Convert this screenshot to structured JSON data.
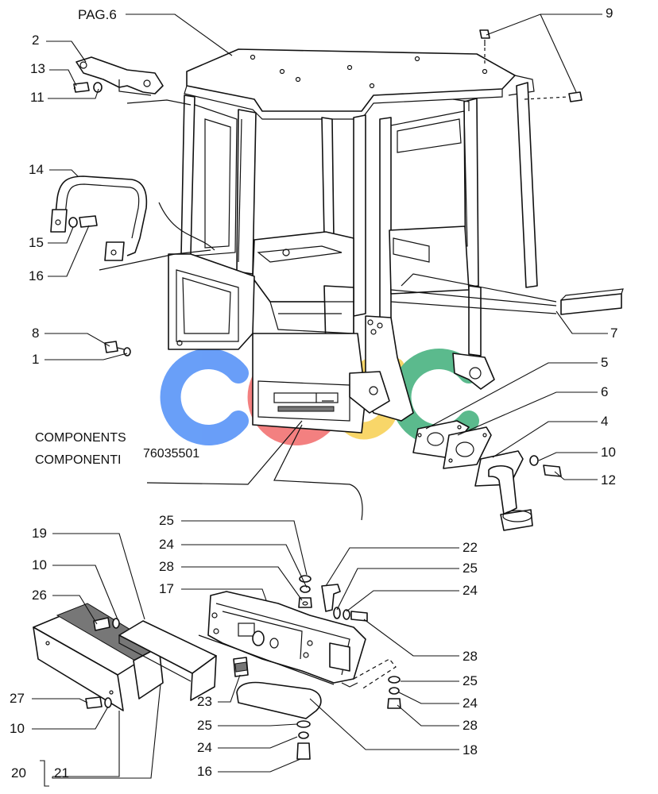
{
  "page_ref": "PAG.6",
  "components_title_en": "COMPONENTS",
  "components_title_it": "COMPONENTI",
  "components_code": "76035501",
  "watermark": {
    "text": "CGSC",
    "letters": [
      {
        "char": "C",
        "color": "#4f8ef7"
      },
      {
        "char": "G",
        "color": "#f26b6b"
      },
      {
        "char": "S",
        "color": "#f7cf4f"
      },
      {
        "char": "C",
        "color": "#3fae7a"
      }
    ]
  },
  "callouts": {
    "c2": "2",
    "c13": "13",
    "c11": "11",
    "c9": "9",
    "c14": "14",
    "c15": "15",
    "c16": "16",
    "c8": "8",
    "c1": "1",
    "c7": "7",
    "c5": "5",
    "c6": "6",
    "c4": "4",
    "c10": "10",
    "c12": "12",
    "c19": "19",
    "c10b": "10",
    "c26": "26",
    "c27": "27",
    "c10c": "10",
    "c20": "20",
    "c21": "21",
    "c25a": "25",
    "c24a": "24",
    "c28a": "28",
    "c17": "17",
    "c22": "22",
    "c25b": "25",
    "c24b": "24",
    "c28b": "28",
    "c25c": "25",
    "c24c": "24",
    "c28c": "28",
    "c23": "23",
    "c25d": "25",
    "c24d": "24",
    "c16b": "16",
    "c18": "18"
  }
}
